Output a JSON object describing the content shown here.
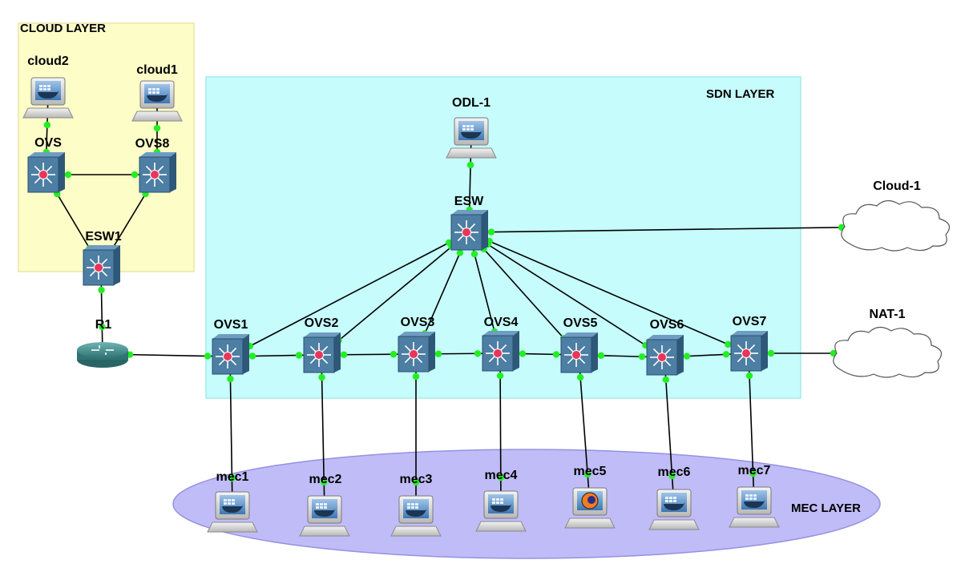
{
  "zones": {
    "cloud": {
      "label": "CLOUD LAYER",
      "color": "#fdfdc8",
      "border": "#e8e6a6"
    },
    "sdn": {
      "label": "SDN LAYER",
      "color": "#c6fcfc",
      "border": "#a3ecec"
    },
    "mec": {
      "label": "MEC LAYER",
      "color": "#c0bcf8",
      "border": "#9691e0"
    }
  },
  "nodes": {
    "cloud2": {
      "label": "cloud2",
      "type": "docker-host"
    },
    "cloud1": {
      "label": "cloud1",
      "type": "docker-host"
    },
    "ovs": {
      "label": "OVS",
      "type": "switch"
    },
    "ovs8": {
      "label": "OVS8",
      "type": "switch"
    },
    "esw1": {
      "label": "ESW1",
      "type": "switch"
    },
    "r1": {
      "label": "R1",
      "type": "router"
    },
    "odl1": {
      "label": "ODL-1",
      "type": "docker-host"
    },
    "esw": {
      "label": "ESW",
      "type": "switch"
    },
    "cloud_1": {
      "label": "Cloud-1",
      "type": "cloud"
    },
    "nat1": {
      "label": "NAT-1",
      "type": "cloud"
    },
    "ovs1": {
      "label": "OVS1",
      "type": "switch"
    },
    "ovs2": {
      "label": "OVS2",
      "type": "switch"
    },
    "ovs3": {
      "label": "OVS3",
      "type": "switch"
    },
    "ovs4": {
      "label": "OVS4",
      "type": "switch"
    },
    "ovs5": {
      "label": "OVS5",
      "type": "switch"
    },
    "ovs6": {
      "label": "OVS6",
      "type": "switch"
    },
    "ovs7": {
      "label": "OVS7",
      "type": "switch"
    },
    "mec1": {
      "label": "mec1",
      "type": "docker-host"
    },
    "mec2": {
      "label": "mec2",
      "type": "docker-host"
    },
    "mec3": {
      "label": "mec3",
      "type": "docker-host"
    },
    "mec4": {
      "label": "mec4",
      "type": "docker-host"
    },
    "mec5": {
      "label": "mec5",
      "type": "firefox-host"
    },
    "mec6": {
      "label": "mec6",
      "type": "docker-host"
    },
    "mec7": {
      "label": "mec7",
      "type": "docker-host"
    }
  },
  "links": [
    [
      "cloud2",
      "ovs"
    ],
    [
      "cloud1",
      "ovs8"
    ],
    [
      "ovs",
      "ovs8"
    ],
    [
      "ovs",
      "esw1"
    ],
    [
      "ovs8",
      "esw1"
    ],
    [
      "esw1",
      "r1"
    ],
    [
      "r1",
      "ovs1"
    ],
    [
      "odl1",
      "esw"
    ],
    [
      "esw",
      "cloud_1"
    ],
    [
      "esw",
      "ovs1"
    ],
    [
      "esw",
      "ovs2"
    ],
    [
      "esw",
      "ovs3"
    ],
    [
      "esw",
      "ovs4"
    ],
    [
      "esw",
      "ovs5"
    ],
    [
      "esw",
      "ovs6"
    ],
    [
      "esw",
      "ovs7"
    ],
    [
      "ovs1",
      "ovs2"
    ],
    [
      "ovs2",
      "ovs3"
    ],
    [
      "ovs3",
      "ovs4"
    ],
    [
      "ovs4",
      "ovs5"
    ],
    [
      "ovs5",
      "ovs6"
    ],
    [
      "ovs6",
      "ovs7"
    ],
    [
      "ovs7",
      "nat1"
    ],
    [
      "ovs1",
      "mec1"
    ],
    [
      "ovs2",
      "mec2"
    ],
    [
      "ovs3",
      "mec3"
    ],
    [
      "ovs4",
      "mec4"
    ],
    [
      "ovs5",
      "mec5"
    ],
    [
      "ovs6",
      "mec6"
    ],
    [
      "ovs7",
      "mec7"
    ]
  ],
  "colors": {
    "link": "#000000",
    "port": "#22ee22",
    "switch_face": "#4d7ea3",
    "switch_dark": "#2f5878",
    "switch_core": "#e8365a",
    "router": "#3f8f8f",
    "cloud_outline": "#555555"
  }
}
